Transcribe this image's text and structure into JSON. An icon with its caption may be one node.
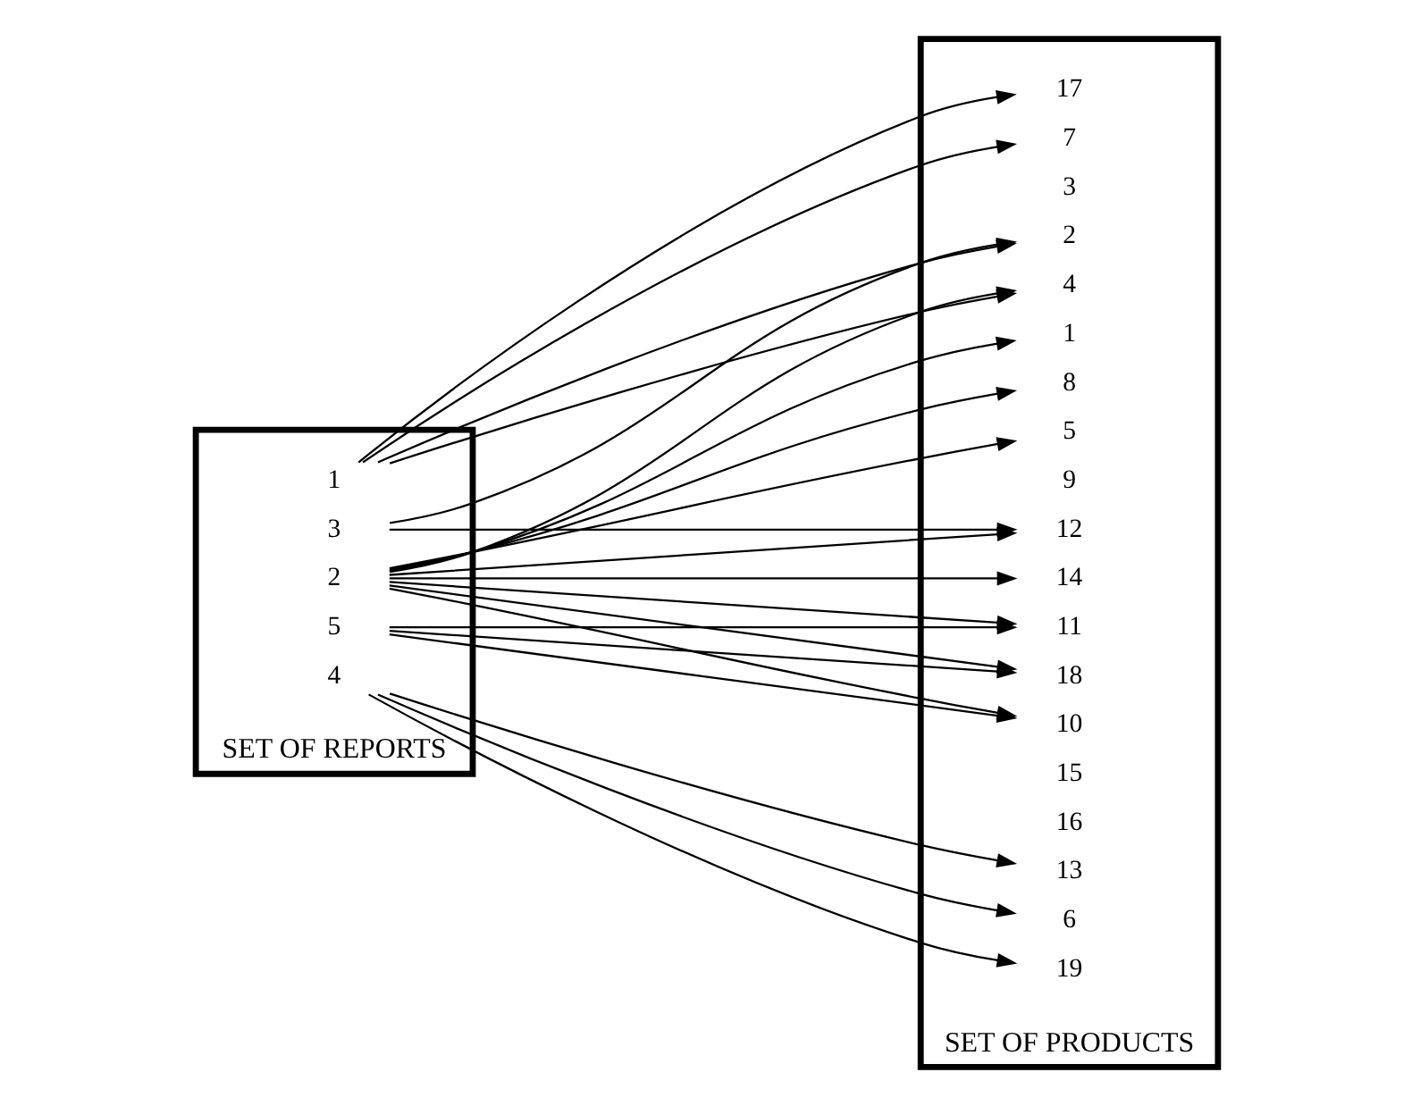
{
  "diagram": {
    "nodes": [
      {
        "text": [
          "SET OF REPORTS"
        ]
      },
      {
        "text": [
          "1"
        ],
        "in": 0
      },
      {
        "text": [
          "2"
        ],
        "in": 0
      },
      {
        "text": [
          "3"
        ],
        "in": 0
      },
      {
        "text": [
          "4"
        ],
        "in": 0
      },
      {
        "text": [
          "5"
        ],
        "in": 0
      },
      {
        "text": [
          "SET OF PRODUCTS"
        ]
      },
      {
        "text": [
          "1"
        ],
        "in": 6
      },
      {
        "text": [
          "2"
        ],
        "in": 6
      },
      {
        "text": [
          "3"
        ],
        "in": 6
      },
      {
        "text": [
          "4"
        ],
        "in": 6
      },
      {
        "text": [
          "5"
        ],
        "in": 6
      },
      {
        "text": [
          "6"
        ],
        "in": 6
      },
      {
        "text": [
          "7"
        ],
        "in": 6
      },
      {
        "text": [
          "8"
        ],
        "in": 6
      },
      {
        "text": [
          "9"
        ],
        "in": 6
      },
      {
        "text": [
          "10"
        ],
        "in": 6
      },
      {
        "text": [
          "11"
        ],
        "in": 6
      },
      {
        "text": [
          "12"
        ],
        "in": 6
      },
      {
        "text": [
          "13"
        ],
        "in": 6
      },
      {
        "text": [
          "14"
        ],
        "in": 6
      },
      {
        "text": [
          "15"
        ],
        "in": 6
      },
      {
        "text": [
          "16"
        ],
        "in": 6
      },
      {
        "text": [
          "17"
        ],
        "in": 6
      },
      {
        "text": [
          "18"
        ],
        "in": 6
      },
      {
        "text": [
          "19"
        ],
        "in": 6
      }
    ],
    "edges": [
      {
        "from": 1,
        "to": 8,
        "arrow": "to"
      },
      {
        "from": 1,
        "to": 10,
        "arrow": "to"
      },
      {
        "from": 1,
        "to": 13,
        "arrow": "to"
      },
      {
        "from": 1,
        "to": 23,
        "arrow": "to"
      },
      {
        "from": 2,
        "to": 7,
        "arrow": "to"
      },
      {
        "from": 2,
        "to": 10,
        "arrow": "to"
      },
      {
        "from": 2,
        "to": 11,
        "arrow": "to"
      },
      {
        "from": 2,
        "to": 14,
        "arrow": "to"
      },
      {
        "from": 2,
        "to": 16,
        "arrow": "to"
      },
      {
        "from": 2,
        "to": 17,
        "arrow": "to"
      },
      {
        "from": 2,
        "to": 18,
        "arrow": "to"
      },
      {
        "from": 2,
        "to": 20,
        "arrow": "to"
      },
      {
        "from": 2,
        "to": 24,
        "arrow": "to"
      },
      {
        "from": 3,
        "to": 8,
        "arrow": "to"
      },
      {
        "from": 3,
        "to": 18,
        "arrow": "to"
      },
      {
        "from": 4,
        "to": 12,
        "arrow": "to"
      },
      {
        "from": 4,
        "to": 19,
        "arrow": "to"
      },
      {
        "from": 4,
        "to": 25,
        "arrow": "to"
      },
      {
        "from": 5,
        "to": 16,
        "arrow": "to"
      },
      {
        "from": 5,
        "to": 17,
        "arrow": "to"
      },
      {
        "from": 5,
        "to": 24,
        "arrow": "to"
      }
    ]
  }
}
